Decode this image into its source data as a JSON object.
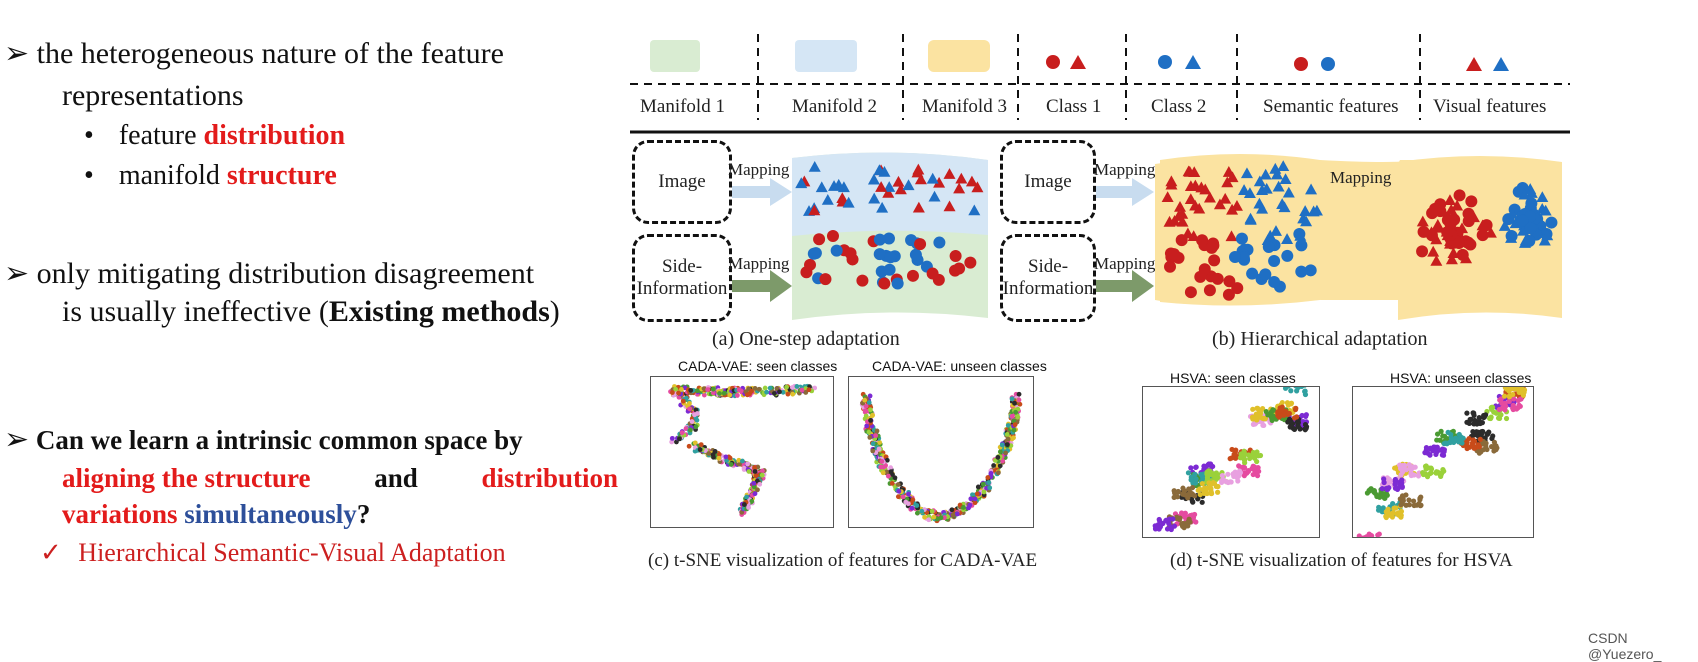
{
  "left": {
    "b1_line1": "the heterogeneous nature of the feature",
    "b1_line2": "representations",
    "sub1_pre": "feature ",
    "sub1_hl": "distribution",
    "sub2_pre": "manifold ",
    "sub2_hl": "structure",
    "b2_line1": "only mitigating distribution disagreement",
    "b2_line2_pre": "is usually ineffective (",
    "b2_line2_bold": "Existing methods",
    "b2_line2_post": ")",
    "b3_line1": "Can we learn a intrinsic common space by",
    "b3_red1": "aligning the structure",
    "b3_and": " and ",
    "b3_red2": "distribution",
    "b3_red3": "variations",
    "b3_blue": " simultaneously",
    "b3_q": "?",
    "check": "Hierarchical Semantic-Visual Adaptation",
    "arrow_glyph": "➢",
    "bullet_glyph": "•",
    "check_glyph": "✓"
  },
  "legend": {
    "manifold1": "Manifold 1",
    "manifold2": "Manifold 2",
    "manifold3": "Manifold 3",
    "class1": "Class 1",
    "class2": "Class 2",
    "semantic": "Semantic features",
    "visual": "Visual features"
  },
  "diagram": {
    "image": "Image",
    "side_line1": "Side-",
    "side_line2": "Information",
    "mapping": "Mapping",
    "caption_a": "(a) One-step adaptation",
    "caption_b": "(b) Hierarchical adaptation"
  },
  "plots": {
    "cada_seen": "CADA-VAE: seen classes",
    "cada_unseen": "CADA-VAE: unseen classes",
    "hsva_seen": "HSVA: seen classes",
    "hsva_unseen": "HSVA: unseen classes",
    "caption_c": "(c) t-SNE visualization of features for CADA-VAE",
    "caption_d": "(d) t-SNE visualization of features for  HSVA"
  },
  "colors": {
    "red": "#c81e1e",
    "blue": "#1f6fc4",
    "manifold1": "#d9ecd2",
    "manifold2": "#d5e6f5",
    "manifold3": "#fbe3a1",
    "arrow_green": "#7d9a6a",
    "arrow_blue": "#c8dcef",
    "arrow_yellow": "#fbe3a1"
  },
  "watermark": "CSDN @Yuezero_"
}
